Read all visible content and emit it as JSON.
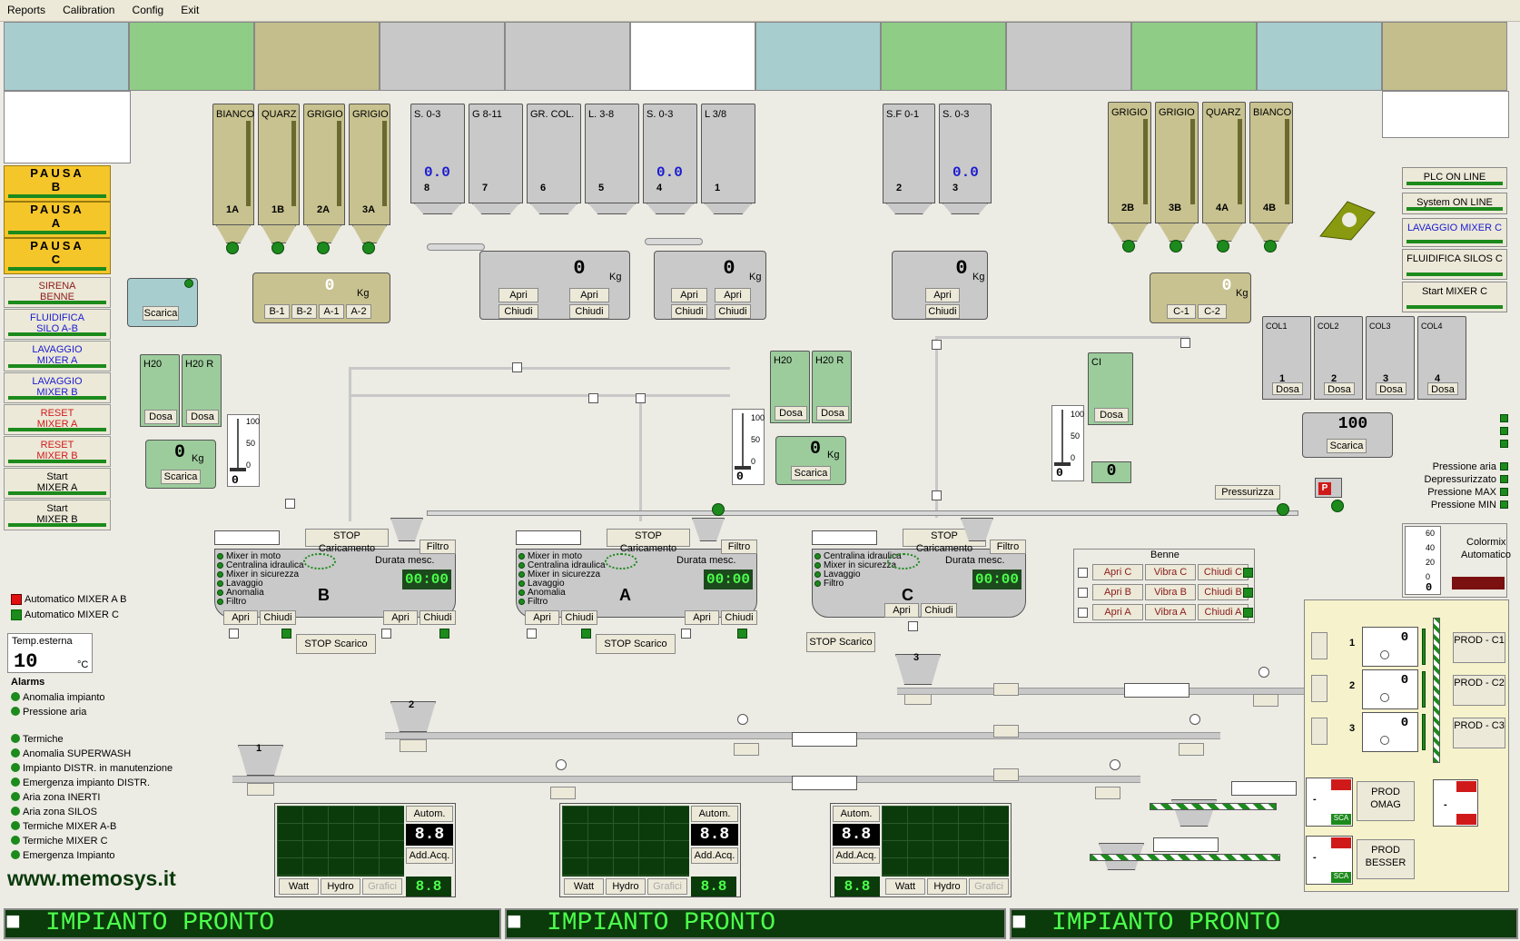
{
  "menu": [
    "Reports",
    "Calibration",
    "Config",
    "Exit"
  ],
  "top_cells": [
    "#a7cdcf",
    "#8fcd86",
    "#c3be8c",
    "#c8c8c8",
    "#c8c8c8",
    "#ffffff",
    "#a7cdcf",
    "#8fcd86",
    "#c8c8c8",
    "#8fcd86",
    "#a7cdcf",
    "#c3be8c"
  ],
  "left_panel": {
    "pausa": [
      {
        "line1": "PAUSA",
        "line2": "B"
      },
      {
        "line1": "PAUSA",
        "line2": "A"
      },
      {
        "line1": "PAUSA",
        "line2": "C"
      }
    ],
    "buttons": [
      {
        "l1": "SIRENA",
        "l2": "BENNE",
        "color": "darkred"
      },
      {
        "l1": "FLUIDIFICA",
        "l2": "SILO A-B",
        "color": "blue"
      },
      {
        "l1": "LAVAGGIO",
        "l2": "MIXER A",
        "color": "blue"
      },
      {
        "l1": "LAVAGGIO",
        "l2": "MIXER B",
        "color": "blue"
      },
      {
        "l1": "RESET",
        "l2": "MIXER A",
        "color": "red"
      },
      {
        "l1": "RESET",
        "l2": "MIXER B",
        "color": "red"
      },
      {
        "l1": "Start",
        "l2": "MIXER A",
        "color": "black"
      },
      {
        "l1": "Start",
        "l2": "MIXER B",
        "color": "black"
      }
    ],
    "legend_ab": "Automatico MIXER A B",
    "legend_c": "Automatico MIXER C",
    "temp_label": "Temp.esterna",
    "temp_value": "10",
    "temp_unit": "°C",
    "alarms_title": "Alarms",
    "alarms": [
      "Anomalia impianto",
      "Pressione aria",
      "Termiche",
      "Anomalia SUPERWASH",
      "Impianto DISTR. in manutenzione",
      "Emergenza impianto DISTR.",
      "Aria zona INERTI",
      "Aria zona SILOS",
      "Termiche MIXER A-B",
      "Termiche MIXER C",
      "Emergenza Impianto"
    ],
    "website": "www.memosys.it"
  },
  "silos_left": [
    {
      "label": "BIANCO",
      "num": "1A"
    },
    {
      "label": "QUARZ",
      "num": "1B"
    },
    {
      "label": "GRIGIO",
      "num": "2A"
    },
    {
      "label": "GRIGIO",
      "num": "3A"
    }
  ],
  "silos_mid": [
    {
      "label": "S. 0-3",
      "num": "8",
      "display": "0.0"
    },
    {
      "label": "G 8-11",
      "num": "7"
    },
    {
      "label": "GR. COL.",
      "num": "6"
    },
    {
      "label": "L. 3-8",
      "num": "5"
    },
    {
      "label": "S. 0-3",
      "num": "4",
      "display": "0.0"
    },
    {
      "label": "L 3/8",
      "num": "1"
    }
  ],
  "silos_c": [
    {
      "label": "S.F 0-1",
      "num": "2"
    },
    {
      "label": "S. 0-3",
      "num": "3",
      "display": "0.0"
    }
  ],
  "silos_right": [
    {
      "label": "GRIGIO",
      "num": "2B"
    },
    {
      "label": "GRIGIO",
      "num": "3B"
    },
    {
      "label": "QUARZ",
      "num": "4A"
    },
    {
      "label": "BIANCO",
      "num": "4B"
    }
  ],
  "colors_silos": [
    {
      "label": "COL1",
      "num": "1"
    },
    {
      "label": "COL2",
      "num": "2"
    },
    {
      "label": "COL3",
      "num": "3"
    },
    {
      "label": "COL4",
      "num": "4"
    }
  ],
  "common": {
    "kg": "Kg",
    "zero": "0",
    "apri": "Apri",
    "chiudi": "Chiudi",
    "dosa": "Dosa",
    "scarica": "Scarica",
    "h2o": "H20",
    "h2or": "H20 R",
    "ci": "CI",
    "filtro": "Filtro",
    "stop_car": "STOP Caricamento",
    "stop_scar": "STOP Scarico",
    "durata": "Durata mesc.",
    "time": "00:00",
    "slider_max": "100",
    "slider_mid": "50",
    "slider_min": "0",
    "pressurizza": "Pressurizza",
    "p": "P",
    "col_display": "100"
  },
  "weigh_left": [
    "B-1",
    "B-2",
    "A-1",
    "A-2"
  ],
  "weigh_right": [
    "C-1",
    "C-2"
  ],
  "mixer_b": {
    "name": "B",
    "lines": [
      "Mixer in moto",
      "Centralina idraulica",
      "Mixer in sicurezza",
      "Lavaggio",
      "Anomalia",
      "Filtro"
    ]
  },
  "mixer_a": {
    "name": "A",
    "lines": [
      "Mixer in moto",
      "Centralina idraulica",
      "Mixer in sicurezza",
      "Lavaggio",
      "Anomalia",
      "Filtro"
    ]
  },
  "mixer_c": {
    "name": "C",
    "lines": [
      "Centralina idraulica",
      "Mixer in sicurezza",
      "Lavaggio",
      "Filtro"
    ]
  },
  "status_right": [
    "PLC ON LINE",
    "System ON LINE",
    "LAVAGGIO MIXER C",
    "FLUIDIFICA SILOS C",
    "Start MIXER C"
  ],
  "pressure_labels": [
    "Pressione aria",
    "Depressurizzato",
    "Pressione MAX",
    "Pressione MIN"
  ],
  "colormix": {
    "title1": "Colormix",
    "title2": "Automatico",
    "scale": [
      "60",
      "40",
      "20",
      "0"
    ]
  },
  "benne": {
    "title": "Benne",
    "rows": [
      [
        "Apri C",
        "Vibra C",
        "Chiudi C"
      ],
      [
        "Apri B",
        "Vibra B",
        "Chiudi B"
      ],
      [
        "Apri A",
        "Vibra A",
        "Chiudi A"
      ]
    ]
  },
  "skips": [
    "3",
    "2",
    "1"
  ],
  "graph": {
    "auto": "Autom.",
    "addacq": "Add.Acq.",
    "watt": "Watt",
    "hydro": "Hydro",
    "grafici": "Grafici",
    "counter": "8.8"
  },
  "prod": {
    "c_buttons": [
      "PROD - C1",
      "PROD - C2",
      "PROD - C3"
    ],
    "rows": [
      "1",
      "2",
      "3"
    ],
    "omag": "PROD OMAG",
    "besser": "PROD BESSER",
    "sca": "SCA",
    "dash": "-"
  },
  "status_bars": [
    "IMPIANTO PRONTO",
    "IMPIANTO PRONTO",
    "IMPIANTO PRONTO"
  ]
}
